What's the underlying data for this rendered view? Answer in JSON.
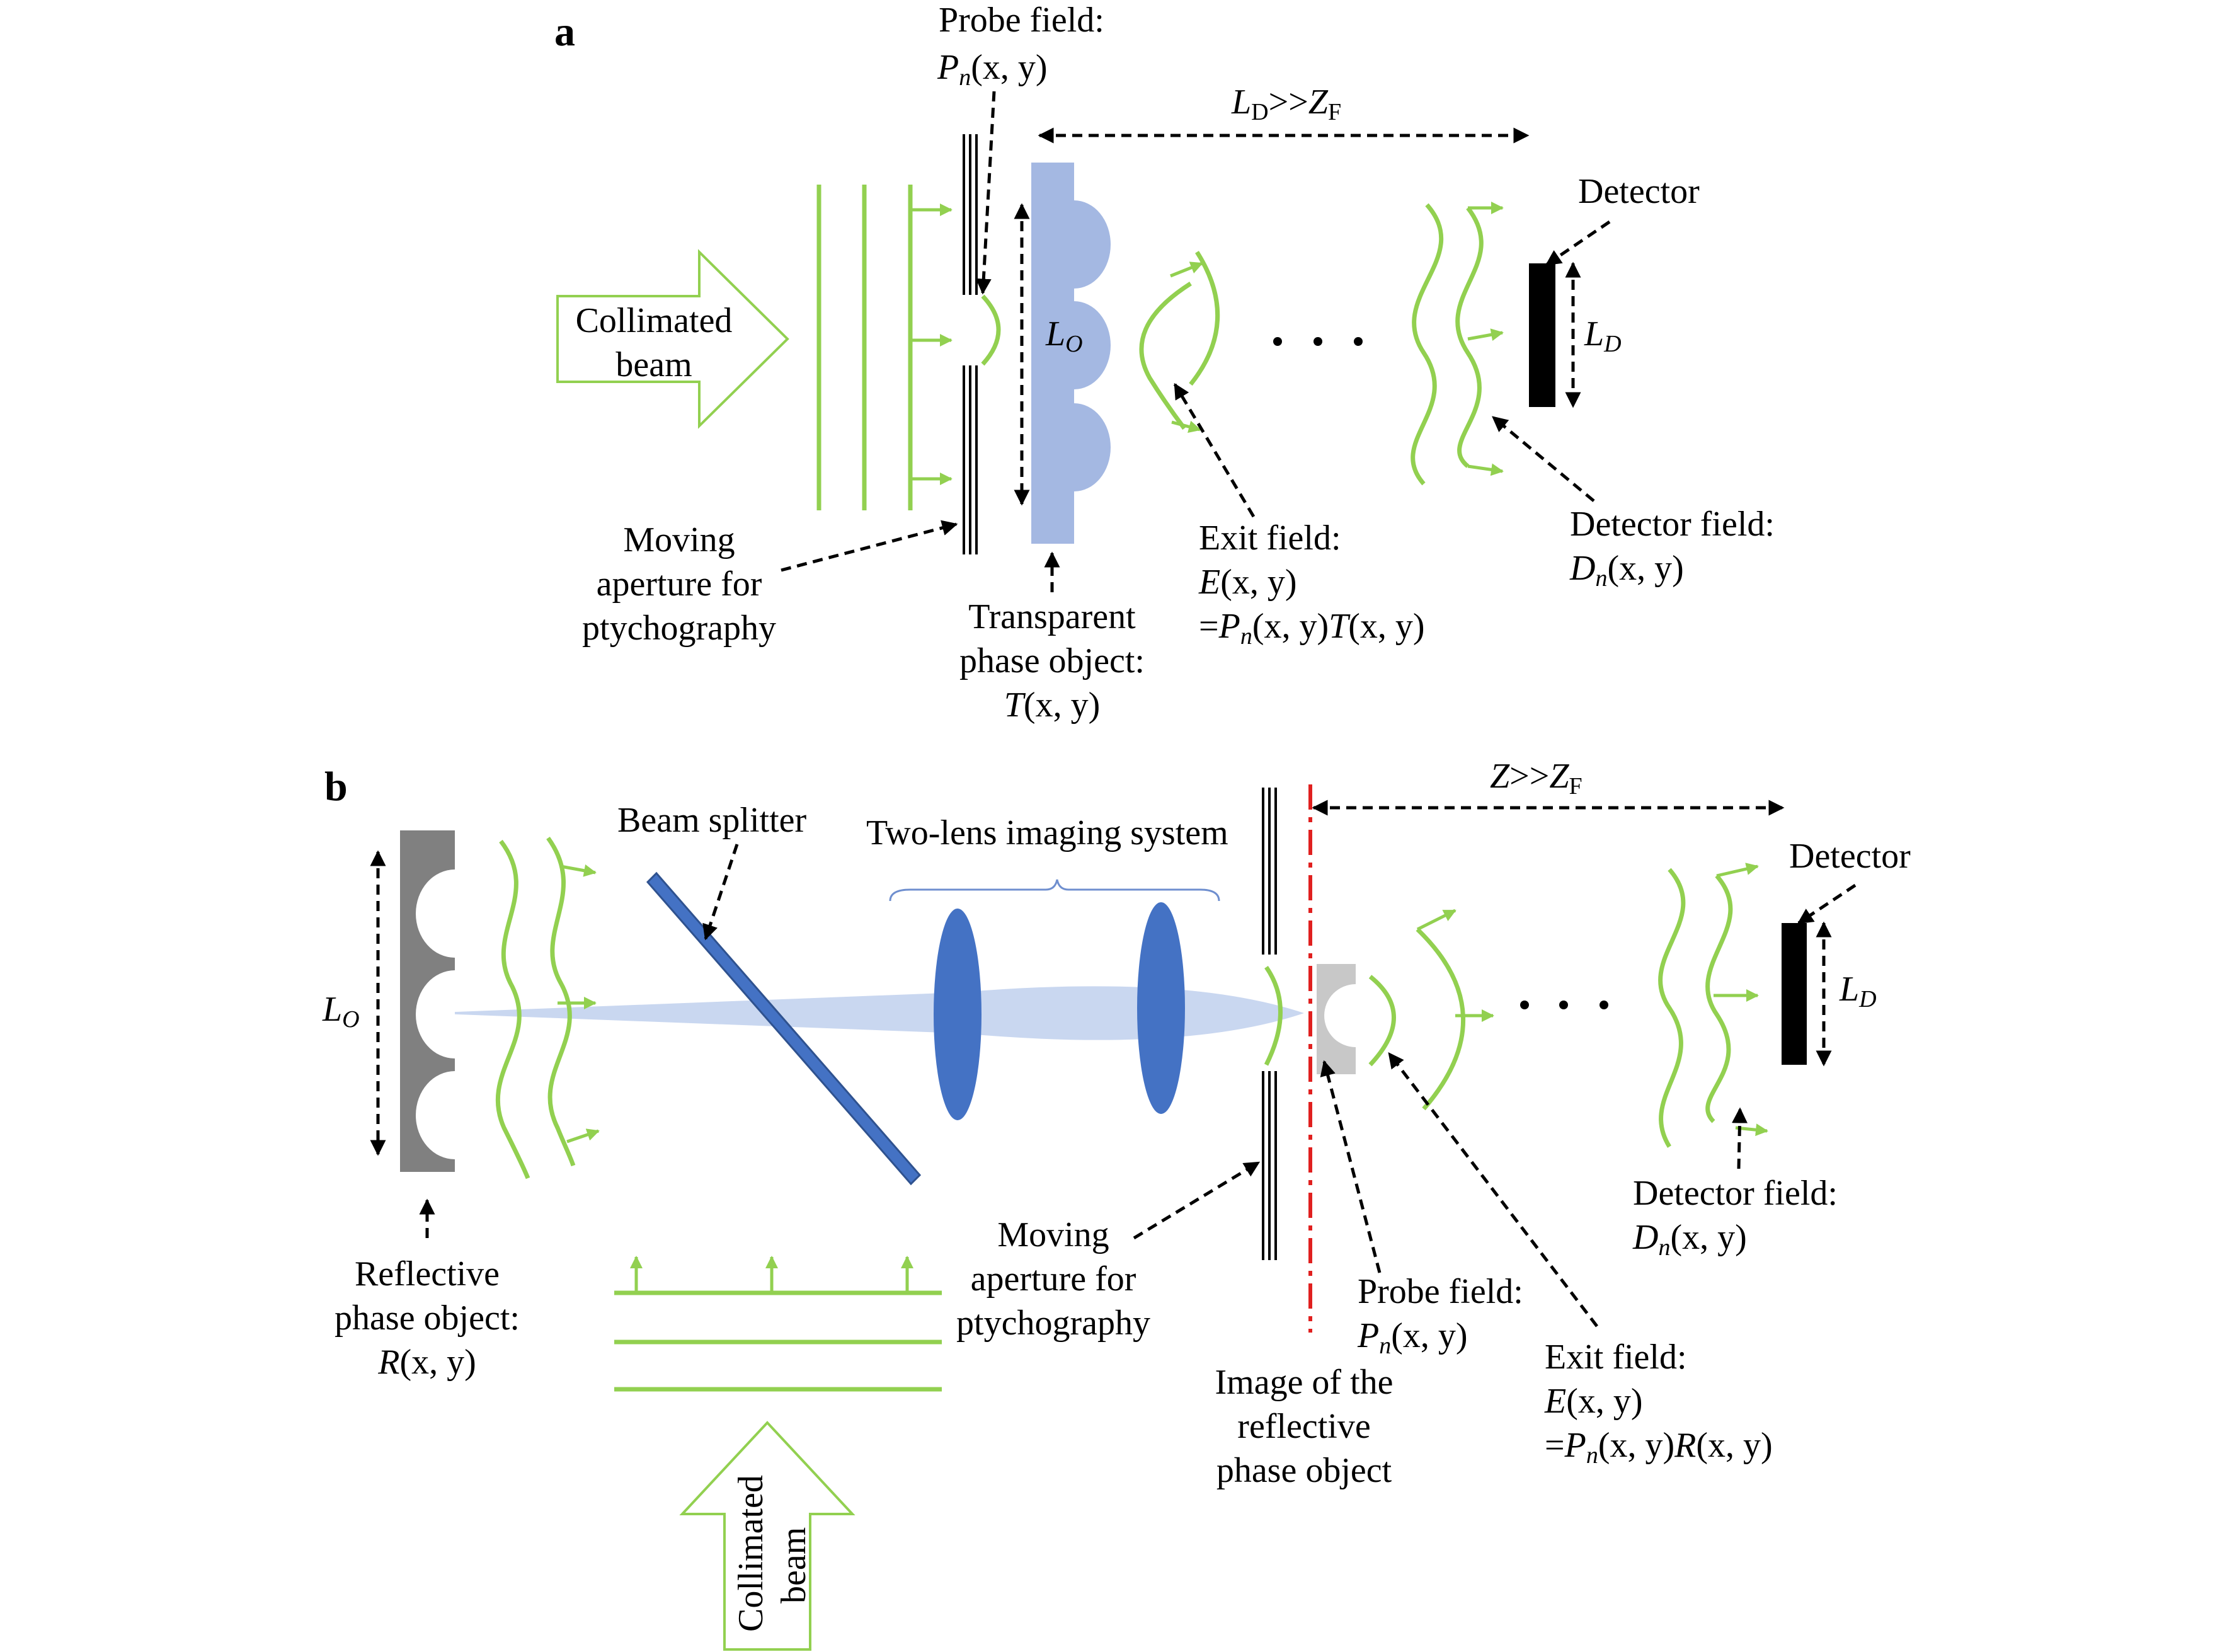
{
  "colors": {
    "wave": "#92d050",
    "object_a": "#a4b8e2",
    "lens": "#4472c4",
    "beam_light": "#c9d7f0",
    "reflective_object": "#808080",
    "image_plane": "#e0201f",
    "detector": "#000000"
  },
  "panel_a": {
    "letter": "a",
    "probe_label_1": "Probe field:",
    "probe_P": "P",
    "probe_n": "n",
    "probe_args": "(x, y)",
    "distance_L": "L",
    "distance_D": "D",
    "distance_rel": ">>",
    "distance_Z": "Z",
    "distance_F": "F",
    "detector_label": "Detector",
    "collimated_1": "Collimated",
    "collimated_2": "beam",
    "lo_L": "L",
    "lo_O": "O",
    "dots": "•  •  •",
    "ld_L": "L",
    "ld_D": "D",
    "moving_1": "Moving",
    "moving_2": "aperture for",
    "moving_3": "ptychography",
    "exit_1": "Exit field:",
    "exit_2_E": "E",
    "exit_2_args": "(x, y)",
    "exit_3_eq": "=",
    "exit_3_P": "P",
    "exit_3_n": "n",
    "exit_3_args": "(x, y)",
    "exit_3_T": "T",
    "exit_3_args2": "(x, y)",
    "transparent_1": "Transparent",
    "transparent_2": "phase object:",
    "transparent_3_T": "T",
    "transparent_3_args": "(x, y)",
    "detfield_1": "Detector field:",
    "detfield_D": "D",
    "detfield_n": "n",
    "detfield_args": "(x, y)"
  },
  "panel_b": {
    "letter": "b",
    "distance_Z": "Z",
    "distance_rel": ">>",
    "distance_Z2": "Z",
    "distance_F": "F",
    "beam_splitter": "Beam splitter",
    "two_lens": "Two-lens imaging system",
    "detector_label": "Detector",
    "lo_L": "L",
    "lo_O": "O",
    "ld_L": "L",
    "ld_D": "D",
    "dots": "•  •  •",
    "reflective_1": "Reflective",
    "reflective_2": "phase object:",
    "reflective_3_R": "R",
    "reflective_3_args": "(x, y)",
    "moving_1": "Moving",
    "moving_2": "aperture for",
    "moving_3": "ptychography",
    "probe_1": "Probe field:",
    "probe_P": "P",
    "probe_n": "n",
    "probe_args": "(x, y)",
    "image_1": "Image of the",
    "image_2": "reflective",
    "image_3": "phase object",
    "exit_1": "Exit field:",
    "exit_2_E": "E",
    "exit_2_args": "(x, y)",
    "exit_3_eq": "=",
    "exit_3_P": "P",
    "exit_3_n": "n",
    "exit_3_args": "(x, y)",
    "exit_3_R": "R",
    "exit_3_args2": "(x, y)",
    "detfield_1": "Detector field:",
    "detfield_D": "D",
    "detfield_n": "n",
    "detfield_args": "(x, y)",
    "collimated_1": "Collimated",
    "collimated_2": "beam"
  }
}
